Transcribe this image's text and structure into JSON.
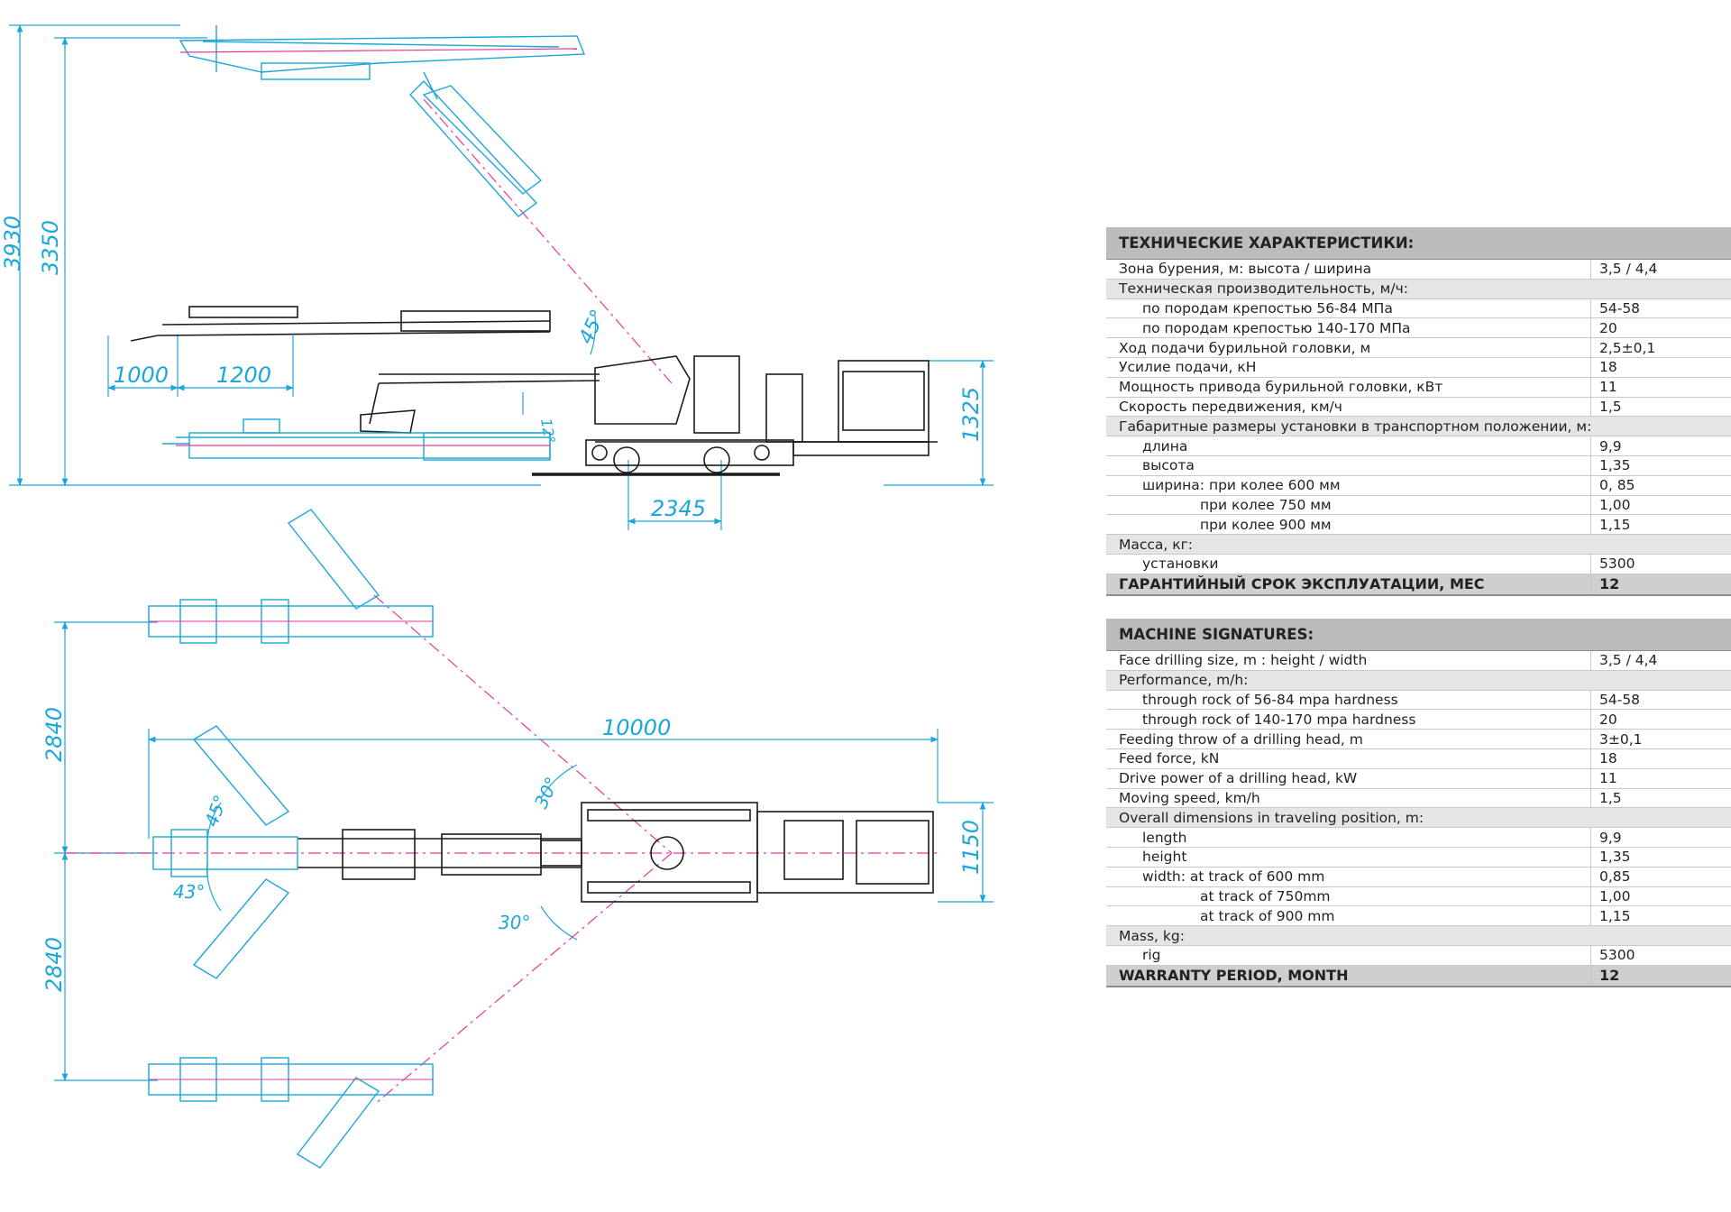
{
  "diagram": {
    "side_view": {
      "height_dims": [
        "3930",
        "3350",
        "1325"
      ],
      "horizontal_dims": [
        "1000",
        "1200",
        "2345"
      ],
      "angles": [
        "45°",
        "12°"
      ]
    },
    "top_view": {
      "length_dim": "10000",
      "width_dims": [
        "2840",
        "2840",
        "1150"
      ],
      "angles": [
        "30°",
        "45°",
        "43°",
        "30°"
      ]
    }
  },
  "specs_ru": {
    "title": "ТЕХНИЧЕСКИЕ ХАРАКТЕРИСТИКИ:",
    "rows": [
      {
        "label": "Зона бурения, м: высота / ширина",
        "value": "3,5 / 4,4"
      },
      {
        "label": "Техническая производительность, м/ч:",
        "value": ""
      },
      {
        "label": "по породам крепостью 56-84 МПа",
        "value": "54-58"
      },
      {
        "label": "по породам крепостью 140-170 МПа",
        "value": "20"
      },
      {
        "label": "Ход подачи бурильной головки, м",
        "value": "2,5±0,1"
      },
      {
        "label": "Усилие подачи, кН",
        "value": "18"
      },
      {
        "label": "Мощность привода бурильной головки, кВт",
        "value": "11"
      },
      {
        "label": "Скорость передвижения, км/ч",
        "value": "1,5"
      },
      {
        "label": "Габаритные размеры установки в транспортном положении, м:",
        "value": ""
      },
      {
        "label": "длина",
        "value": "9,9"
      },
      {
        "label": "высота",
        "value": "1,35"
      },
      {
        "label": "ширина: при колее 600 мм",
        "value": "0, 85"
      },
      {
        "label": "при колее 750 мм",
        "value": "1,00"
      },
      {
        "label": "при колее 900 мм",
        "value": "1,15"
      },
      {
        "label": "Масса, кг:",
        "value": ""
      },
      {
        "label": "установки",
        "value": "5300"
      }
    ],
    "warranty": {
      "label": "ГАРАНТИЙНЫЙ СРОК ЭКСПЛУАТАЦИИ, МЕС",
      "value": "12"
    }
  },
  "specs_en": {
    "title": "MACHINE SIGNATURES:",
    "rows": [
      {
        "label": "Face drilling size, m : height / width",
        "value": "3,5 / 4,4"
      },
      {
        "label": "Performance, m/h:",
        "value": ""
      },
      {
        "label": "through rock of 56-84 mpa hardness",
        "value": "54-58"
      },
      {
        "label": "through rock of 140-170 mpa hardness",
        "value": "20"
      },
      {
        "label": "Feeding throw of a drilling head, m",
        "value": "3±0,1"
      },
      {
        "label": "Feed force, kN",
        "value": "18"
      },
      {
        "label": "Drive power of a drilling head, kW",
        "value": "11"
      },
      {
        "label": "Moving speed, km/h",
        "value": "1,5"
      },
      {
        "label": "Overall dimensions in traveling position, m:",
        "value": ""
      },
      {
        "label": "length",
        "value": "9,9"
      },
      {
        "label": "height",
        "value": "1,35"
      },
      {
        "label": "width:  at track of 600 mm",
        "value": "0,85"
      },
      {
        "label": "at track of 750mm",
        "value": "1,00"
      },
      {
        "label": "at track of 900 mm",
        "value": "1,15"
      },
      {
        "label": "Mass, kg:",
        "value": ""
      },
      {
        "label": "rig",
        "value": "5300"
      }
    ],
    "warranty": {
      "label": "WARRANTY PERIOD, MONTH",
      "value": "12"
    }
  },
  "colors": {
    "dimension": "#1aa7d9",
    "outline": "#1c1c1c",
    "axis": "#e6399b",
    "header_bg": "#bcbcbc",
    "group_bg": "#e5e5e5"
  }
}
